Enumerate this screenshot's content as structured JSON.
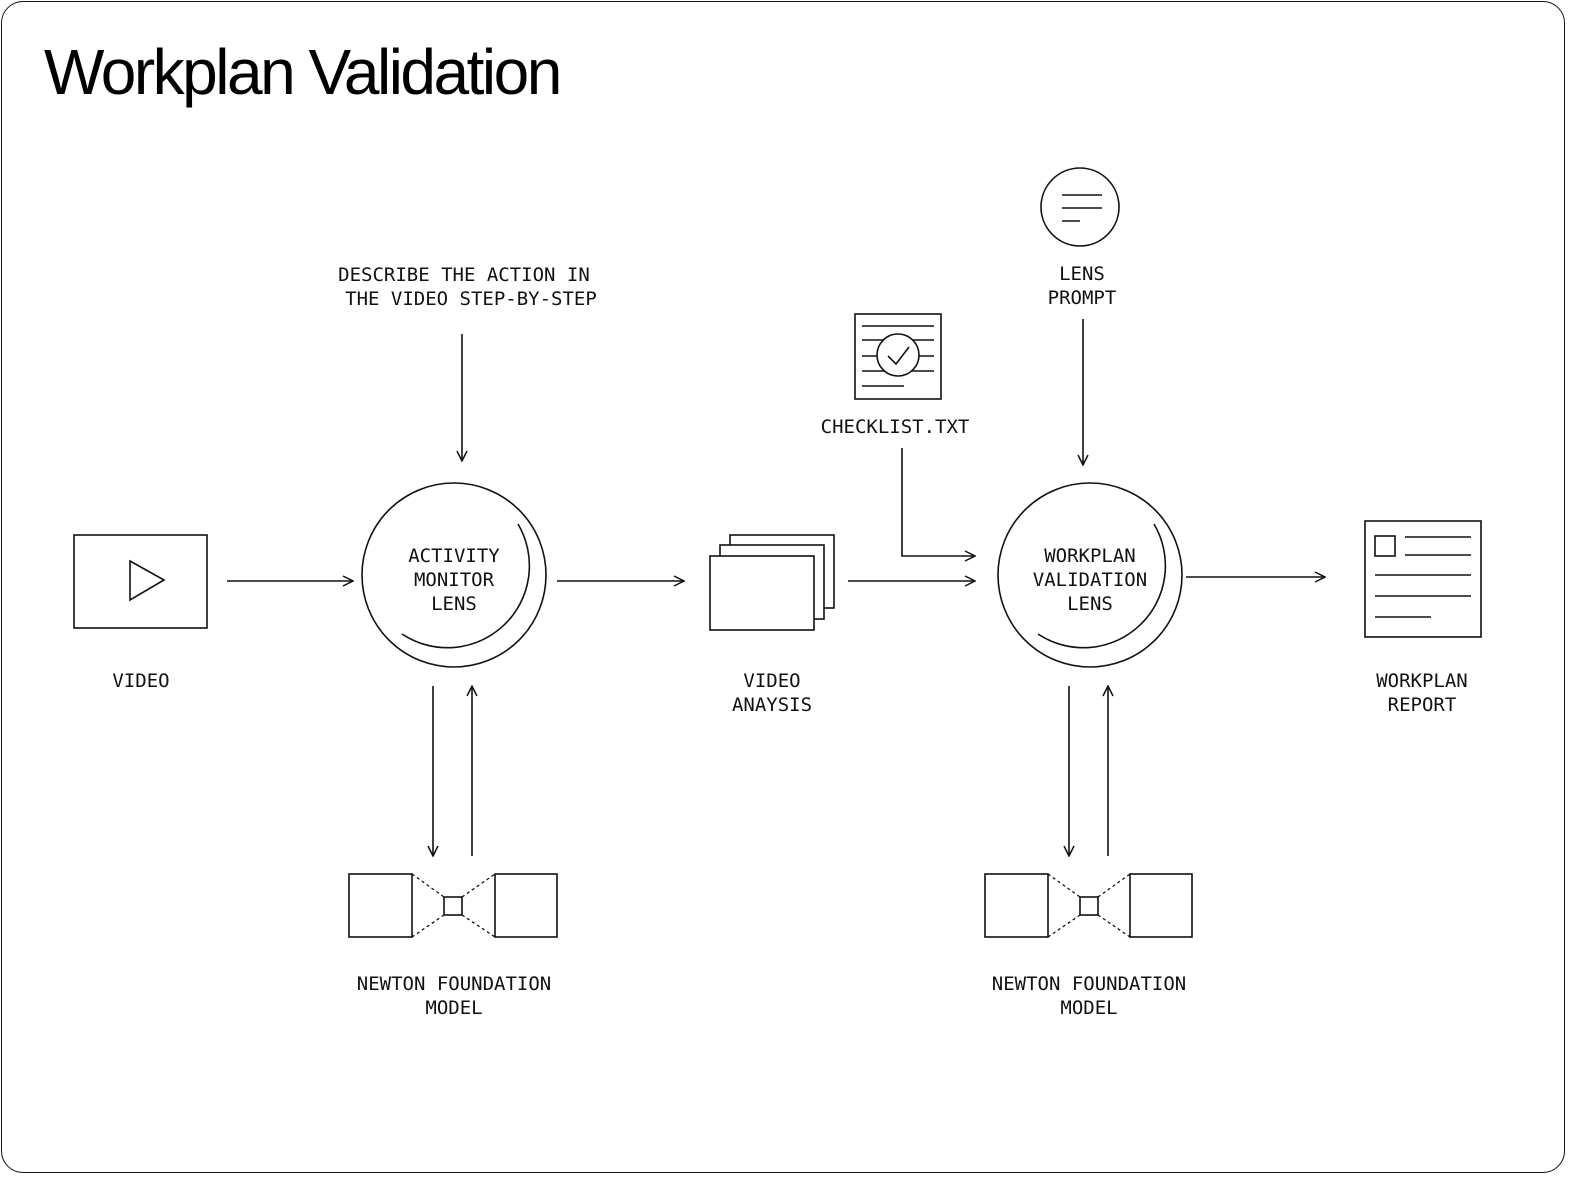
{
  "title": "Workplan Validation",
  "nodes": {
    "video": {
      "label": "VIDEO",
      "icon": "play-icon"
    },
    "describe_prompt": {
      "lines": [
        "DESCRIBE THE ACTION IN",
        "THE VIDEO STEP-BY-STEP"
      ]
    },
    "activity_lens": {
      "lines": [
        "ACTIVITY",
        "MONITOR",
        "LENS"
      ]
    },
    "newton_model_1": {
      "lines": [
        "NEWTON FOUNDATION",
        "MODEL"
      ],
      "icon": "model-icon"
    },
    "video_analysis": {
      "lines": [
        "VIDEO",
        "ANAYSIS"
      ],
      "icon": "stacked-frames-icon"
    },
    "checklist": {
      "label": "CHECKLIST.TXT",
      "icon": "checklist-document-icon"
    },
    "lens_prompt": {
      "lines": [
        "LENS",
        "PROMPT"
      ],
      "icon": "prompt-text-icon"
    },
    "workplan_lens": {
      "lines": [
        "WORKPLAN",
        "VALIDATION",
        "LENS"
      ]
    },
    "newton_model_2": {
      "lines": [
        "NEWTON FOUNDATION",
        "MODEL"
      ],
      "icon": "model-icon"
    },
    "workplan_report": {
      "lines": [
        "WORKPLAN",
        "REPORT"
      ],
      "icon": "report-document-icon"
    }
  },
  "edges": [
    [
      "video",
      "activity_lens"
    ],
    [
      "describe_prompt",
      "activity_lens"
    ],
    [
      "activity_lens",
      "newton_model_1"
    ],
    [
      "newton_model_1",
      "activity_lens"
    ],
    [
      "activity_lens",
      "video_analysis"
    ],
    [
      "video_analysis",
      "workplan_lens"
    ],
    [
      "checklist",
      "workplan_lens"
    ],
    [
      "lens_prompt",
      "workplan_lens"
    ],
    [
      "workplan_lens",
      "newton_model_2"
    ],
    [
      "newton_model_2",
      "workplan_lens"
    ],
    [
      "workplan_lens",
      "workplan_report"
    ]
  ]
}
